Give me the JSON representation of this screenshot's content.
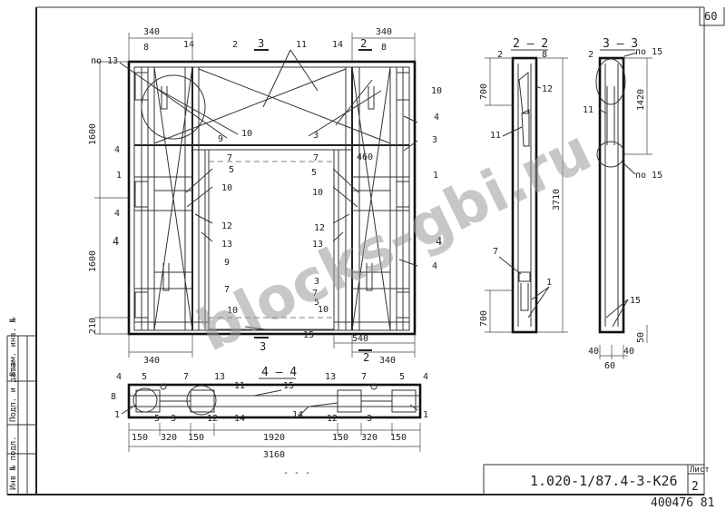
{
  "sheet": {
    "page_no": "60",
    "designation": "1.020-1/87.4-3-K26",
    "sheet_label": "Лист",
    "sheet_no": "2",
    "inventory_no": "400476 81",
    "watermark": "blocks-gbi.ru"
  },
  "stamp_column": {
    "cols": [
      "Инв № подл.",
      "Подп. и дата",
      "Взам. инв. №"
    ]
  },
  "sections": {
    "s22": "2 – 2",
    "s33": "3 – 3",
    "s44": "4 – 4",
    "cut2": "2",
    "cut3": "3",
    "cut4": "4"
  },
  "dims": {
    "d340": "340",
    "d540": "540",
    "d460": "460",
    "d1600": "1600",
    "d210": "210",
    "d700": "700",
    "d3710": "3710",
    "d1420": "1420",
    "d40": "40",
    "d60": "60",
    "d50": "50",
    "d150": "150",
    "d320": "320",
    "d1920": "1920",
    "d3160": "3160"
  },
  "callouts": {
    "c1": "1",
    "c2": "2",
    "c3": "3",
    "c4": "4",
    "c5": "5",
    "c7": "7",
    "c8": "8",
    "c9": "9",
    "c10": "10",
    "c11": "11",
    "c12": "12",
    "c13": "13",
    "c14": "14",
    "c15": "15",
    "po13": "по 13",
    "po15": "по 15",
    "po15b": "по 15"
  }
}
